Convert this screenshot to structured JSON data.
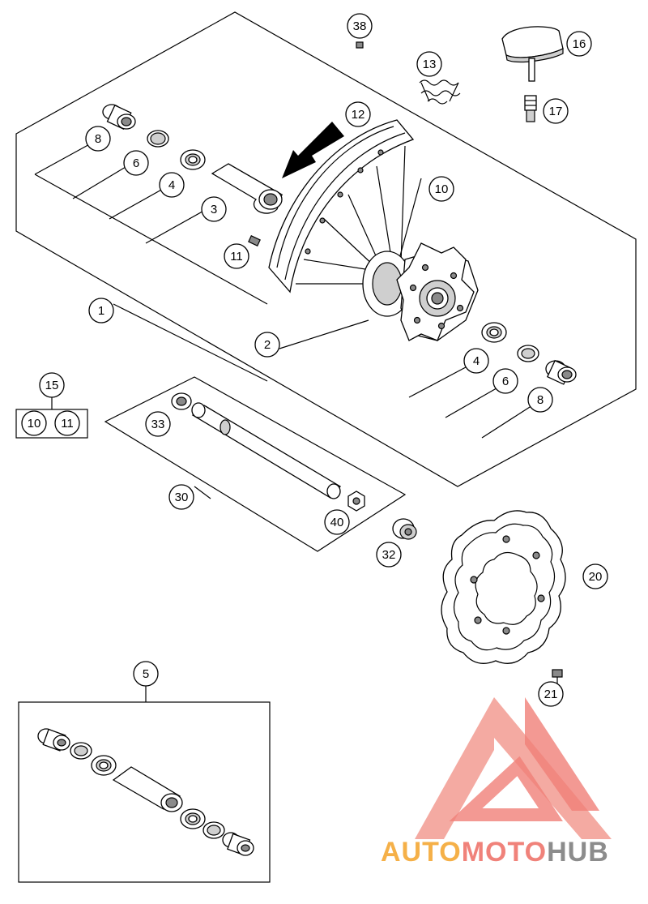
{
  "callouts": {
    "c1": "1",
    "c2": "2",
    "c3": "3",
    "c4a": "4",
    "c4b": "4",
    "c5": "5",
    "c6a": "6",
    "c6b": "6",
    "c8a": "8",
    "c8b": "8",
    "c10a": "10",
    "c10b": "10",
    "c11a": "11",
    "c11b": "11",
    "c12": "12",
    "c13": "13",
    "c15": "15",
    "c16": "16",
    "c17": "17",
    "c20": "20",
    "c21": "21",
    "c30": "30",
    "c32": "32",
    "c33": "33",
    "c38": "38",
    "c40": "40"
  },
  "watermark": {
    "part1": "AUTO",
    "part2": "MOTO",
    "part3": "HUB"
  },
  "colors": {
    "watermark_red": "#f0827a",
    "watermark_orange": "#f5b048",
    "watermark_grey": "#8c8c8c"
  }
}
